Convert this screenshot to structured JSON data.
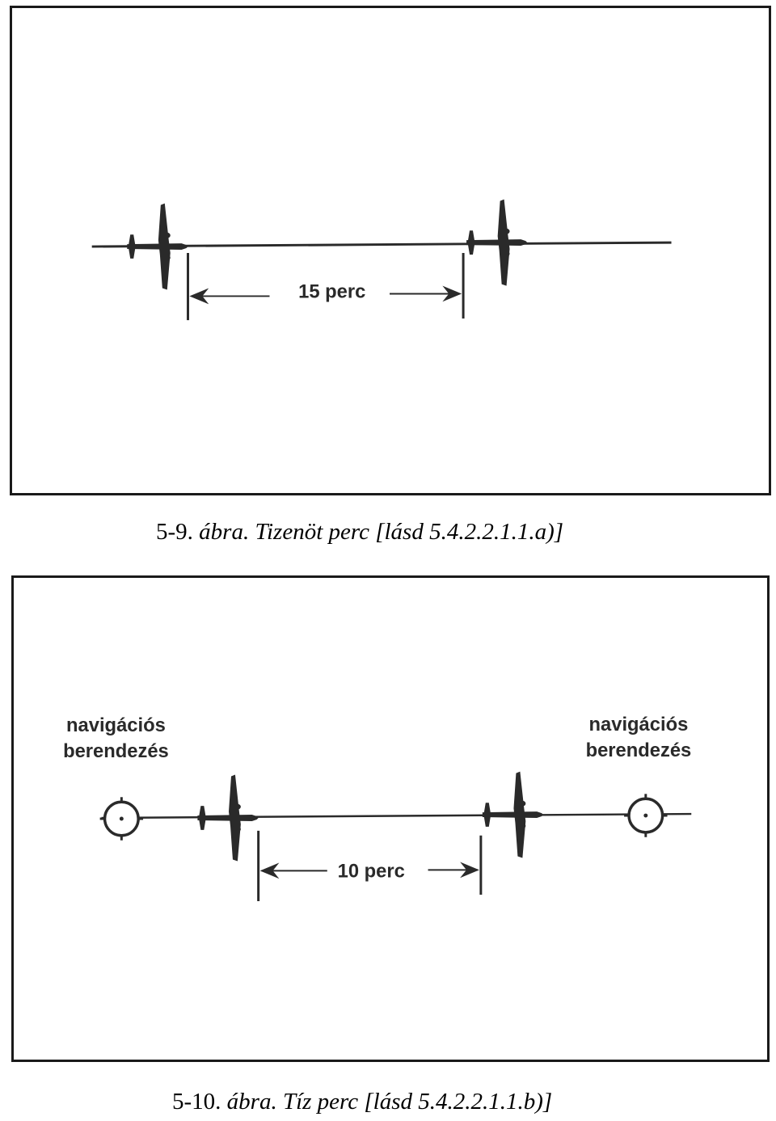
{
  "figure1": {
    "interval_label": "15 perc",
    "caption_number": "5-9.",
    "caption_text": " ábra. Tizenöt perc [lásd 5.4.2.2.1.1.a)]"
  },
  "figure2": {
    "left_station_label_line1": "navigációs",
    "left_station_label_line2": "berendezés",
    "right_station_label_line1": "navigációs",
    "right_station_label_line2": "berendezés",
    "interval_label": "10 perc",
    "caption_number": "5-10.",
    "caption_text": " ábra. Tíz perc [lásd 5.4.2.2.1.1.b)]"
  },
  "icons": {
    "aircraft": "aircraft-icon",
    "navaid": "navaid-icon"
  },
  "colors": {
    "ink": "#2a2a2a",
    "frame": "#1a1a1a",
    "background": "#ffffff"
  }
}
